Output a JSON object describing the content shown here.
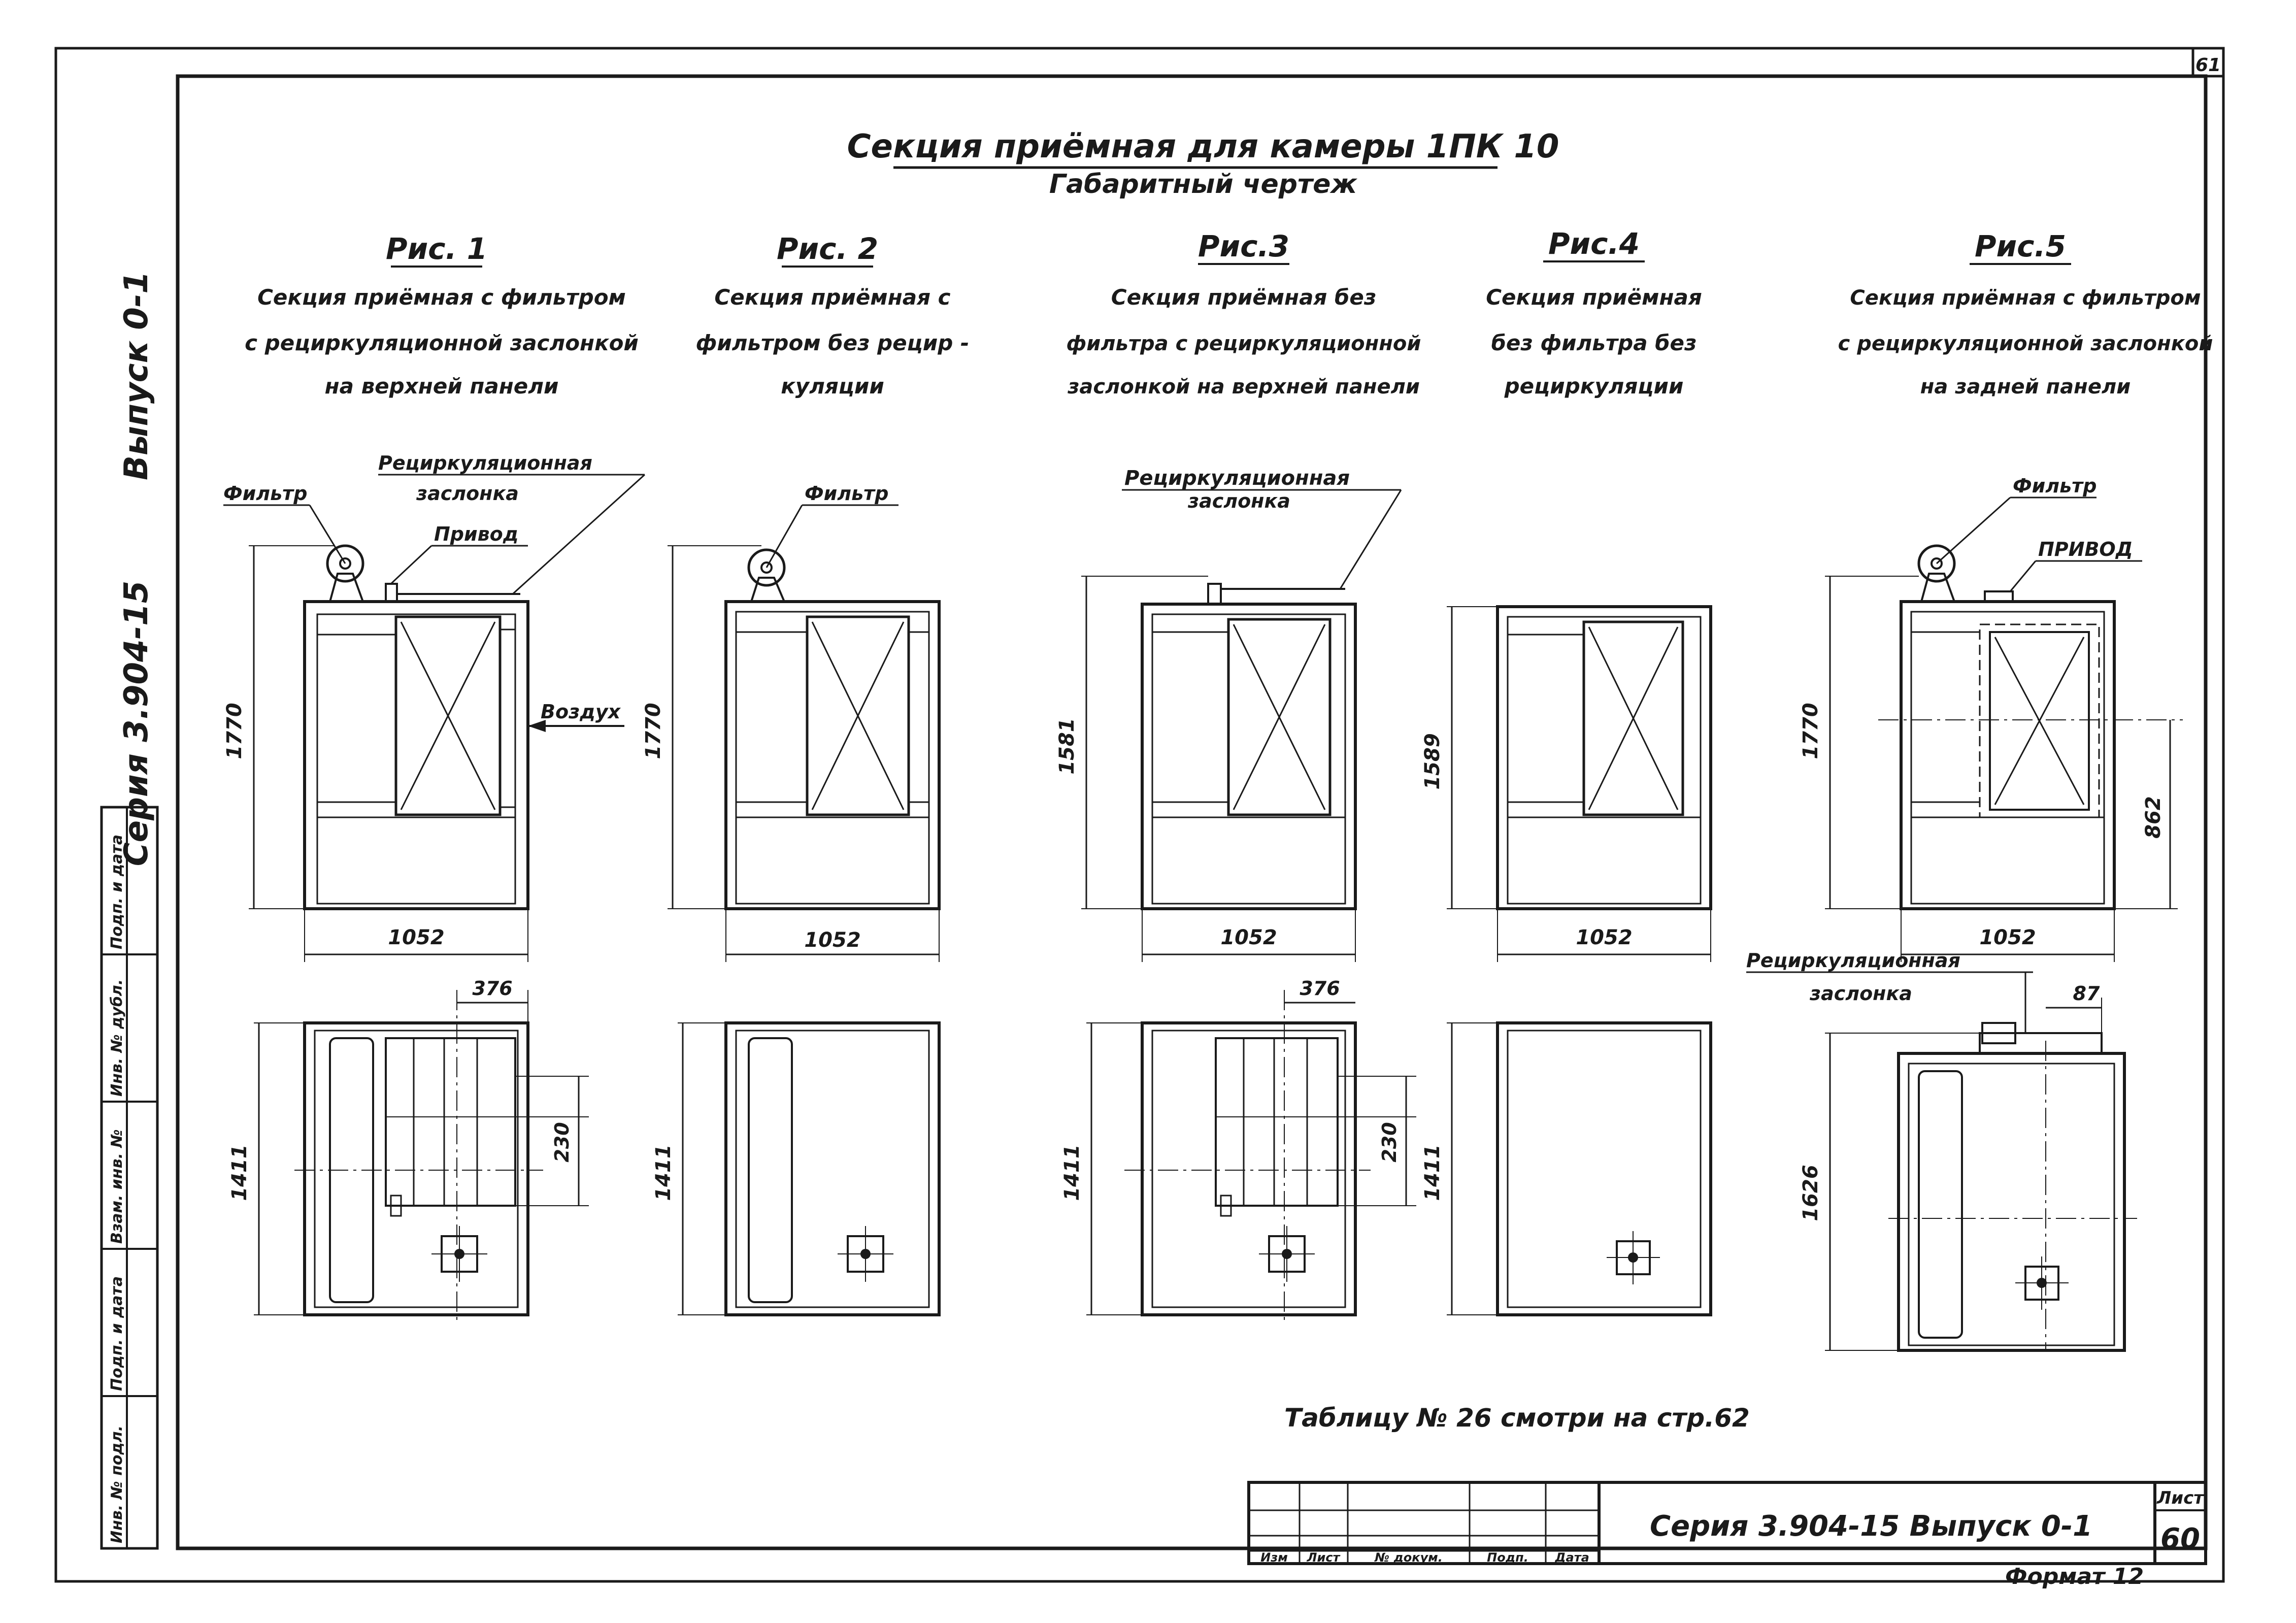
{
  "sheet_corner": "61",
  "title": "Секция приёмная для камеры 1ПК 10",
  "subtitle": "Габаритный чертеж",
  "side_stamp": {
    "issue": "Выпуск 0-1",
    "series": "Серия 3.904-15"
  },
  "side_table": [
    "Инв. № подл.",
    "Подп. и дата",
    "Взам. инв. №",
    "Инв. № дубл.",
    "Подп. и дата"
  ],
  "figures": [
    {
      "label": "Рис. 1",
      "desc": [
        "Секция приёмная с фильтром",
        "с рециркуляционной заслонкой",
        "на верхней панели"
      ]
    },
    {
      "label": "Рис. 2",
      "desc": [
        "Секция приёмная с",
        "фильтром без рецир -",
        "куляции"
      ]
    },
    {
      "label": "Рис.3",
      "desc": [
        "Секция приёмная без",
        "фильтра с рециркуляционной",
        "заслонкой на верхней панели"
      ]
    },
    {
      "label": "Рис.4",
      "desc": [
        "Секция приёмная",
        "без фильтра без",
        "рециркуляции"
      ]
    },
    {
      "label": "Рис.5",
      "desc": [
        "Секция приёмная с фильтром",
        "с рециркуляционной заслонкой",
        "на задней панели"
      ]
    }
  ],
  "callouts": {
    "filter": "Фильтр",
    "damper_1": "Рециркуляционная",
    "damper_2": "заслонка",
    "drive": "Привод",
    "drive_caps": "ПРИВОД",
    "air": "Воздух",
    "damper_line": "Рециркуляционная"
  },
  "dims": {
    "h1": "1770",
    "h2": "1770",
    "h3": "1581",
    "h4": "1589",
    "h5": "1770",
    "w": "1052",
    "d376": "376",
    "d230": "230",
    "d1411": "1411",
    "d1626": "1626",
    "d862": "862",
    "d87": "87"
  },
  "note": "Таблицу № 26 смотри на стр.62",
  "title_block": {
    "cols": [
      "Изм",
      "Лист",
      "№ докум.",
      "Подп.",
      "Дата"
    ],
    "main": "Серия 3.904-15   Выпуск 0-1",
    "sheet_label": "Лист",
    "sheet_no": "60"
  },
  "format": "Формат 12"
}
